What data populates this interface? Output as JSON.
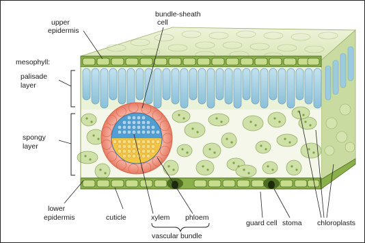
{
  "labels": {
    "upper_epidermis_1": "upper",
    "upper_epidermis_2": "epidermis",
    "bundle_sheath_1": "bundle-sheath",
    "bundle_sheath_2": "cell",
    "mesophyll": "mesophyll:",
    "palisade_1": "palisade",
    "palisade_2": "layer",
    "spongy_1": "spongy",
    "spongy_2": "layer",
    "lower_epidermis_1": "lower",
    "lower_epidermis_2": "epidermis",
    "cuticle": "cuticle",
    "xylem": "xylem",
    "phloem": "phloem",
    "vascular_bundle": "vascular bundle",
    "guard_cell": "guard cell",
    "stoma": "stoma",
    "chloroplasts": "chloroplasts"
  },
  "colors": {
    "epidermis": "#8bb04a",
    "epidermis_dark": "#4e6d22",
    "palisade": "#9fcbe0",
    "spongy": "#cfe0a8",
    "sheath": "#f08f7a",
    "xylem": "#4f9fd2",
    "phloem": "#f4c542"
  }
}
